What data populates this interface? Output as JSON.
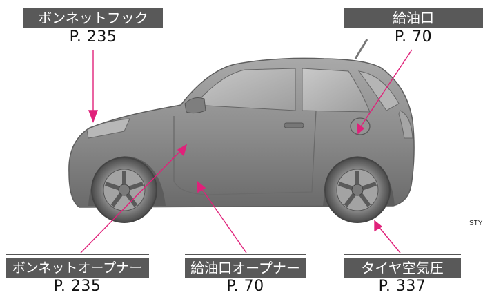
{
  "callouts": {
    "hood_release": {
      "label": "ボンネットフック",
      "page": "P. 235"
    },
    "fuel_filler": {
      "label": "給油口",
      "page": "P. 70"
    },
    "hood_opener": {
      "label": "ボンネットオープナー",
      "page": "P. 235"
    },
    "fuel_door_opener": {
      "label": "給油口オープナー",
      "page": "P. 70"
    },
    "tire_pressure": {
      "label": "タイヤ空気圧",
      "page": "P. 337"
    }
  },
  "figure_code": "STY",
  "colors": {
    "label_bg": "#595959",
    "leader_line": "#e0217a",
    "car_body": "#8a8a8a"
  }
}
